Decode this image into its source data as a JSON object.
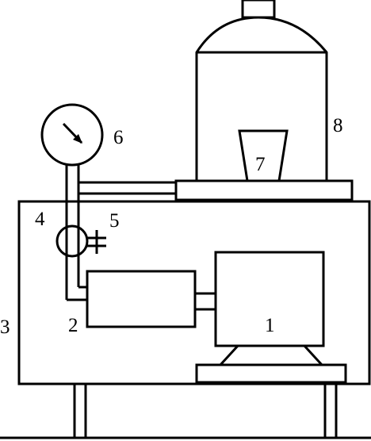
{
  "labels": {
    "motor": "1",
    "pump": "2",
    "base": "3",
    "pipe_valve": "4",
    "valve": "5",
    "gauge": "6",
    "cup": "7",
    "cover": "8"
  },
  "colors": {
    "stroke": "#000000",
    "background": "#ffffff"
  }
}
